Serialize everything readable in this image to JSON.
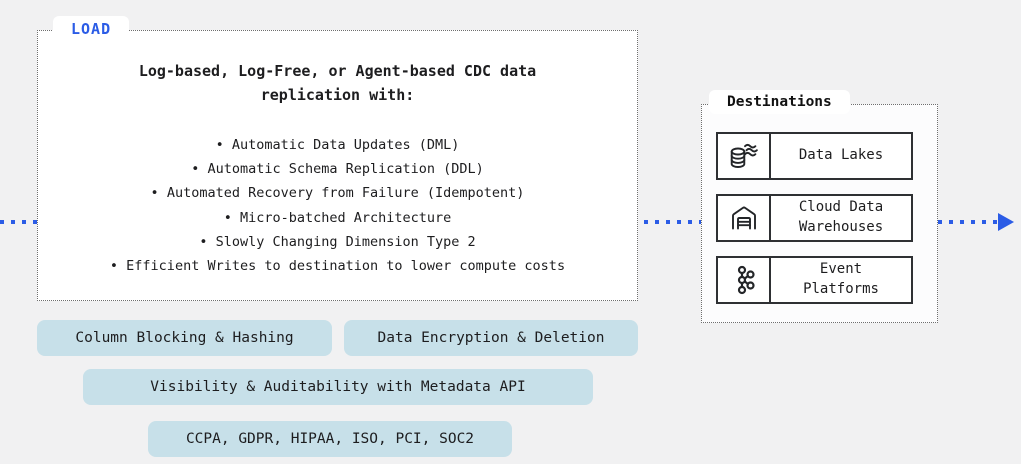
{
  "colors": {
    "accent_blue": "#2b5ce6",
    "badge_bg": "#c7e0e9",
    "background": "#f1f1f2",
    "panel_bg": "#ffffff",
    "border_dark": "#2e3033"
  },
  "load_panel": {
    "tab_label": "LOAD",
    "heading": "Log-based, Log-Free, or Agent-based CDC data replication with:",
    "bullets": [
      "Automatic Data Updates (DML)",
      "Automatic Schema Replication (DDL)",
      "Automated Recovery from Failure (Idempotent)",
      "Micro-batched Architecture",
      "Slowly Changing Dimension Type 2",
      "Efficient Writes to destination to lower compute costs"
    ]
  },
  "badges": {
    "row1": [
      "Column Blocking & Hashing",
      "Data Encryption & Deletion"
    ],
    "row2": [
      "Visibility & Auditability with Metadata API"
    ],
    "row3": [
      "CCPA, GDPR, HIPAA, ISO, PCI, SOC2"
    ]
  },
  "destinations": {
    "tab_label": "Destinations",
    "items": [
      {
        "icon": "data-lake-icon",
        "label": "Data Lakes"
      },
      {
        "icon": "warehouse-icon",
        "label": "Cloud Data\nWarehouses"
      },
      {
        "icon": "kafka-icon",
        "label": "Event\nPlatforms"
      }
    ]
  }
}
